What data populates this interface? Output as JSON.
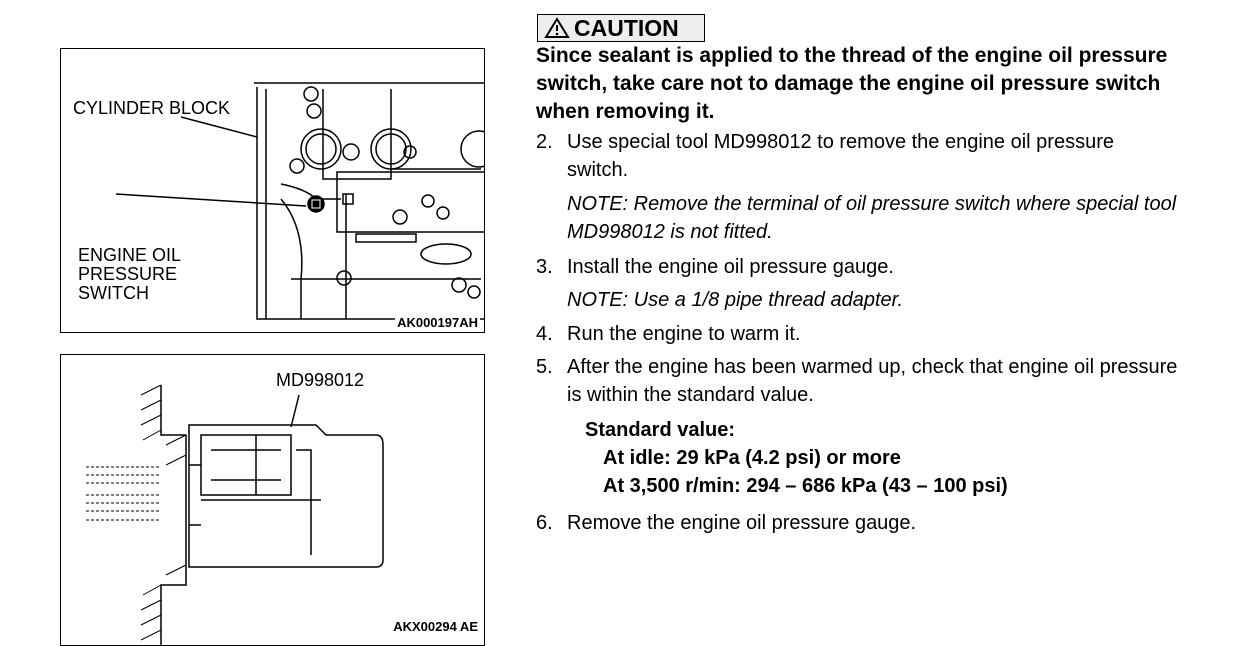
{
  "figure1": {
    "labels": {
      "cylinder_block": "CYLINDER BLOCK",
      "switch_l1": "ENGINE OIL",
      "switch_l2": "PRESSURE",
      "switch_l3": "SWITCH"
    },
    "code": "AK000197AH"
  },
  "figure2": {
    "tool_label": "MD998012",
    "code": "AKX00294 AE"
  },
  "caution": {
    "label": "CAUTION",
    "text": "Since sealant is applied to the thread of the engine oil pressure switch, take care not to damage the engine oil pressure switch when removing it."
  },
  "steps": [
    {
      "num": "2.",
      "text": "Use special tool MD998012 to remove the engine oil pressure switch.",
      "note": "NOTE: Remove the terminal of oil pressure switch where special tool MD998012 is not fitted."
    },
    {
      "num": "3.",
      "text": "Install the engine oil pressure gauge.",
      "note": "NOTE: Use a 1/8 pipe thread adapter."
    },
    {
      "num": "4.",
      "text": "Run the engine to warm it."
    },
    {
      "num": "5.",
      "text": "After the engine has been warmed up, check that engine oil pressure is within the standard value."
    },
    {
      "num": "6.",
      "text": "Remove the engine oil pressure gauge."
    }
  ],
  "standard": {
    "title": "Standard value:",
    "idle": "At idle: 29 kPa (4.2 psi) or more",
    "rpm": "At 3,500 r/min: 294 – 686 kPa (43 – 100 psi)"
  }
}
